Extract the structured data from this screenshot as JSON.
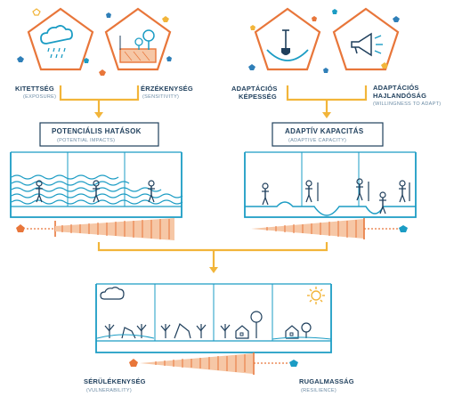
{
  "colors": {
    "orange": "#e8763a",
    "teal": "#1b9cc4",
    "navy": "#1f3f5c",
    "gold": "#f2b53a",
    "blue": "#2f7fb8"
  },
  "inputs": {
    "exposure": {
      "label": "KITETTSÉG",
      "sub": "(EXPOSURE)"
    },
    "sensitivity": {
      "label": "ÉRZÉKENYSÉG",
      "sub": "(SENSITIVITY)"
    },
    "adaptive_capacity_in": {
      "label1": "ADAPTÁCIÓS",
      "label2": "KÉPESSÉG"
    },
    "willingness": {
      "label1": "ADAPTÁCIÓS",
      "label2": "HAJLANDÓSÁG",
      "sub": "(WILLINGNESS TO ADAPT)"
    }
  },
  "panels": {
    "potential_impacts": {
      "title": "POTENCIÁLIS HATÁSOK",
      "sub": "(POTENTIAL IMPACTS)"
    },
    "adaptive_capacity": {
      "title": "ADAPTÍV KAPACITÁS",
      "sub": "(ADAPTIVE CAPACITY)"
    }
  },
  "scale": {
    "vulnerability": {
      "label": "SÉRÜLÉKENYSÉG",
      "sub": "(VULNERABILITY)"
    },
    "resilience": {
      "label": "RUGALMASSÁG",
      "sub": "(RESILIENCE)"
    }
  },
  "icons": [
    "rain-cloud-icon",
    "tree-pot-icon",
    "shovel-icon",
    "megaphone-icon",
    "person-icon",
    "sun-icon",
    "house-icon",
    "tree-icon"
  ]
}
